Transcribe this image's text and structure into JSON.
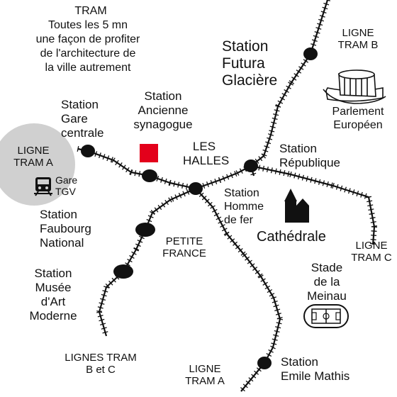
{
  "intro": {
    "title": "TRAM",
    "text": "Toutes les 5 mn\nune façon de profiter\nde l'architecture de\nla ville autrement"
  },
  "stations": {
    "futura_glaciere": "Station\nFutura\nGlacière",
    "gare_centrale": "Station\nGare\ncentrale",
    "ancienne_synagogue": "Station\nAncienne\nsynagogue",
    "les_halles": "LES\nHALLES",
    "republique": "Station\nRépublique",
    "homme_de_fer": "Station\nHomme\nde fer",
    "faubourg_national": "Station\nFaubourg\nNational",
    "petite_france": "PETITE\nFRANCE",
    "musee_art_moderne": "Station\nMusée\nd'Art\nModerne",
    "emile_mathis": "Station\nEmile Mathis"
  },
  "lines": {
    "tram_b_top": "LIGNE\nTRAM B",
    "tram_a_left": "LIGNE\nTRAM A",
    "tram_c_right": "LIGNE\nTRAM C",
    "trams_b_c_bottom": "LIGNES TRAM\nB et C",
    "tram_a_bottom": "LIGNE\nTRAM A"
  },
  "landmarks": {
    "gare_tgv": "Gare\nTGV",
    "parlement": "Parlement\nEuropéen",
    "cathedrale": "Cathédrale",
    "stade": "Stade\nde la\nMeinau"
  },
  "icons": {
    "train": "train-icon",
    "parliament": "parliament-building-icon",
    "cathedral": "cathedral-icon",
    "stadium": "stadium-icon",
    "synagogue_marker": "synagogue-marker-icon"
  },
  "colors": {
    "track": "#111111",
    "marker_red": "#e3001b",
    "tgv_circle": "#d0d0d0"
  }
}
